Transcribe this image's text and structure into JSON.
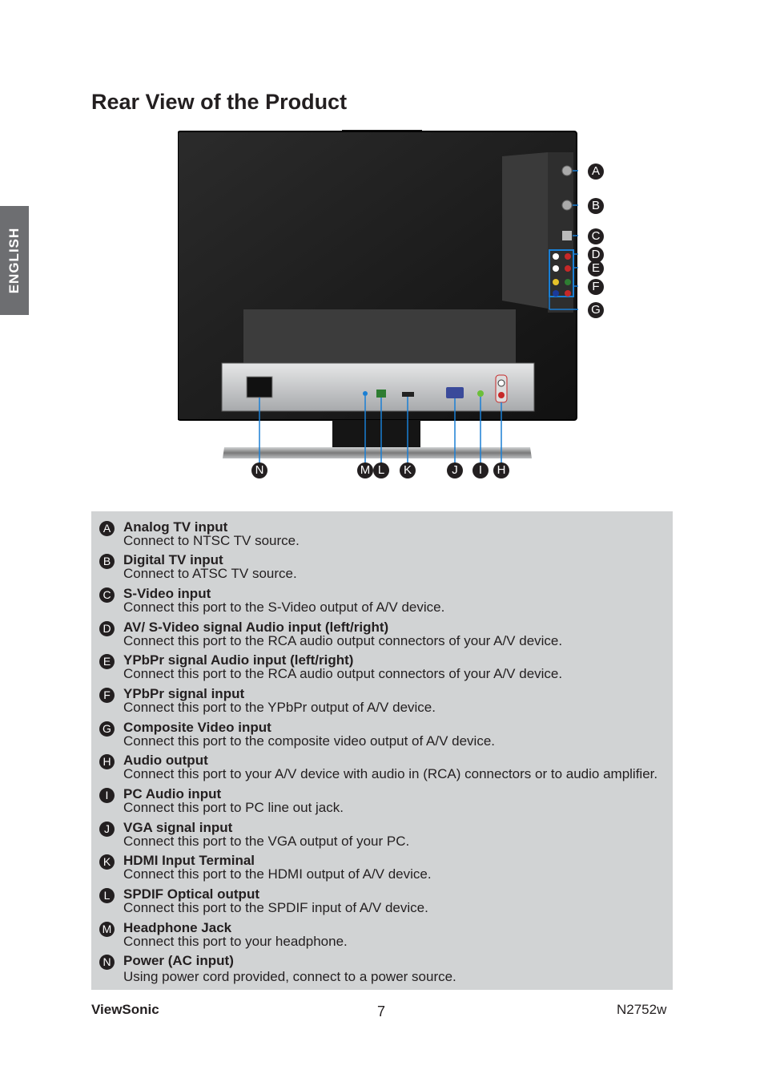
{
  "side_tab": {
    "label": "ENGLISH"
  },
  "title": "Rear View of the Product",
  "callouts": {
    "A": "A",
    "B": "B",
    "C": "C",
    "D": "D",
    "E": "E",
    "F": "F",
    "G": "G",
    "N": "N",
    "M": "M",
    "L": "L",
    "K": "K",
    "J": "J",
    "I": "I",
    "H": "H"
  },
  "items": [
    {
      "letter": "A",
      "title": "Analog TV input",
      "text": "Connect to NTSC TV source."
    },
    {
      "letter": "B",
      "title": "Digital TV input",
      "text": "Connect to ATSC TV source."
    },
    {
      "letter": "C",
      "title": "S-Video input",
      "text": "Connect this port to the S-Video output of A/V device."
    },
    {
      "letter": "D",
      "title": "AV/ S-Video signal Audio input (left/right)",
      "text": "Connect this port to the RCA audio output connectors of your A/V device."
    },
    {
      "letter": "E",
      "title": "YPbPr signal Audio input (left/right)",
      "text": "Connect this port to the RCA audio output connectors of your A/V device."
    },
    {
      "letter": "F",
      "title": "YPbPr signal input",
      "text": "Connect this port to the YPbPr output of A/V device."
    },
    {
      "letter": "G",
      "title": "Composite Video input",
      "text": "Connect this port to the composite video output of A/V device."
    },
    {
      "letter": "H",
      "title": "Audio output",
      "text": "Connect this port to your A/V device with audio in (RCA) connectors or to audio amplifier."
    },
    {
      "letter": "I",
      "title": "PC Audio input",
      "text": "Connect this port to PC line out jack."
    },
    {
      "letter": "J",
      "title": "VGA signal input",
      "text": "Connect this port to the VGA output of your PC."
    },
    {
      "letter": "K",
      "title": "HDMI Input Terminal",
      "text": "Connect this port to the HDMI output of A/V device."
    },
    {
      "letter": "L",
      "title": "SPDIF Optical output",
      "text": "Connect this port to the SPDIF input of A/V device."
    },
    {
      "letter": "M",
      "title": "Headphone Jack",
      "text": "Connect this port to your headphone."
    },
    {
      "letter": "N",
      "title": "Power (AC input)",
      "text": "Using power cord provided, connect to a power source."
    }
  ],
  "footer": {
    "brand": "ViewSonic",
    "page": "7",
    "model": "N2752w"
  }
}
